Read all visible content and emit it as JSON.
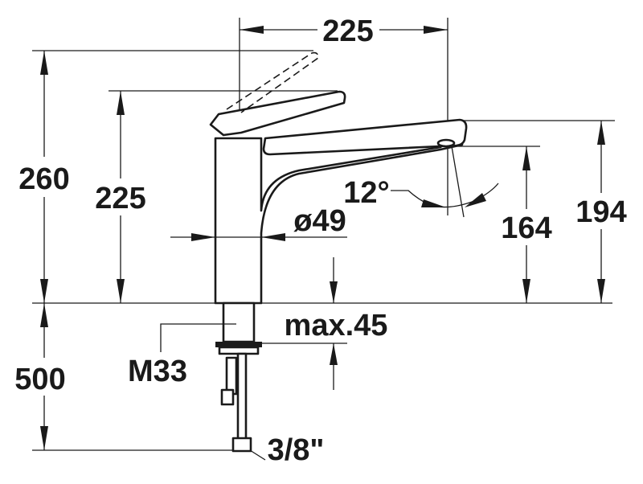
{
  "drawing": {
    "title": "Kitchen faucet dimension drawing",
    "dimensions": {
      "spout_reach": "225",
      "total_height": "260",
      "handle_height": "225",
      "spout_angle": "12°",
      "body_diameter": "ø49",
      "outlet_height": "164",
      "spout_top_height": "194",
      "max_counter_thickness": "max.45",
      "thread": "M33",
      "hose_length": "500",
      "connection": "3/8\""
    }
  }
}
